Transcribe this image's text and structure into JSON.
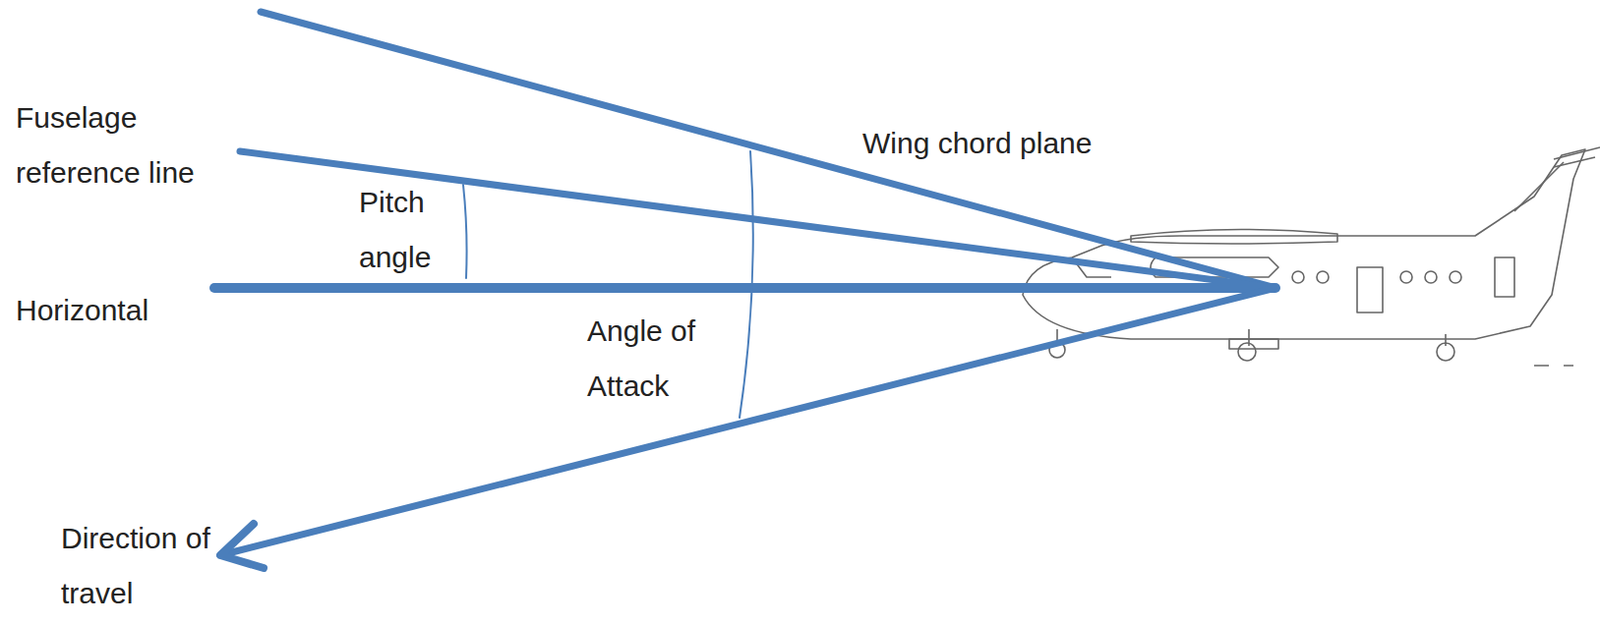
{
  "diagram": {
    "labels": [
      "Fuselage reference line",
      "Wing chord plane",
      "Pitch angle",
      "Horizontal",
      "Angle of Attack",
      "Direction of travel"
    ]
  }
}
